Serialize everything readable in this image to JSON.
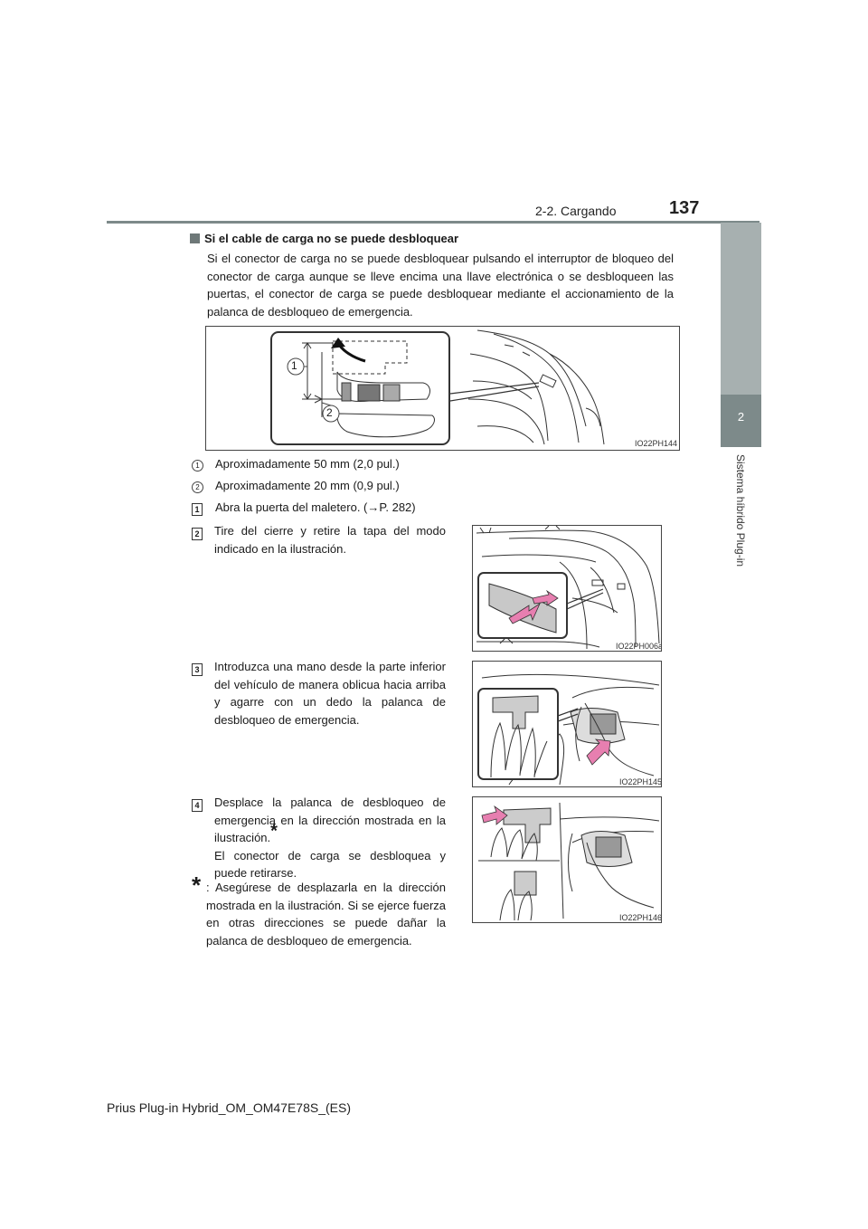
{
  "header": {
    "section": "2-2. Cargando",
    "page_number": "137"
  },
  "side_tab": {
    "number": "2",
    "title": "Sistema híbrido Plug-in"
  },
  "heading": "Si el cable de carga no se puede desbloquear",
  "intro": "Si el conector de carga no se puede desbloquear pulsando el interruptor de bloqueo del conector de carga aunque se lleve encima una llave electrónica o se desbloqueen las puertas, el conector de carga se puede desbloquear mediante el accionamiento de la palanca de desbloqueo de emergencia.",
  "figure_main": {
    "code": "IO22PH144",
    "callouts": [
      "1",
      "2"
    ]
  },
  "callout_items": [
    {
      "marker": "1",
      "text": "Aproximadamente 50 mm (2,0 pul.)"
    },
    {
      "marker": "2",
      "text": "Aproximadamente 20 mm (0,9 pul.)"
    }
  ],
  "steps": [
    {
      "marker": "1",
      "text": "Abra la puerta del maletero. (→P. 282)"
    },
    {
      "marker": "2",
      "text": "Tire del cierre y retire la tapa del modo indicado en la ilustración.",
      "figure_code": "IO22PH006a"
    },
    {
      "marker": "3",
      "text": "Introduzca una mano desde la parte inferior del vehículo de manera oblicua hacia arriba y agarre con un dedo la palanca de desbloqueo de emergencia.",
      "figure_code": "IO22PH145"
    },
    {
      "marker": "4",
      "text": "Desplace la palanca de desbloqueo de emergencia en la dirección mostrada en la ilustración.",
      "asterisk": "*",
      "text2": "El conector de carga se desbloquea y puede retirarse.",
      "figure_code": "IO22PH146"
    }
  ],
  "note": {
    "star": "*",
    "text": ": Asegúrese de desplazarla en la dirección mostrada en la ilustración. Si se ejerce fuerza en otras direcciones se puede dañar la palanca de desbloqueo de emergencia."
  },
  "footer": "Prius Plug-in Hybrid_OM_OM47E78S_(ES)",
  "colors": {
    "header_rule": "#7d8a8a",
    "tab_light": "#a7b0b0",
    "tab_dark": "#7d8a8a",
    "arrow_pink": "#e77fb0"
  }
}
